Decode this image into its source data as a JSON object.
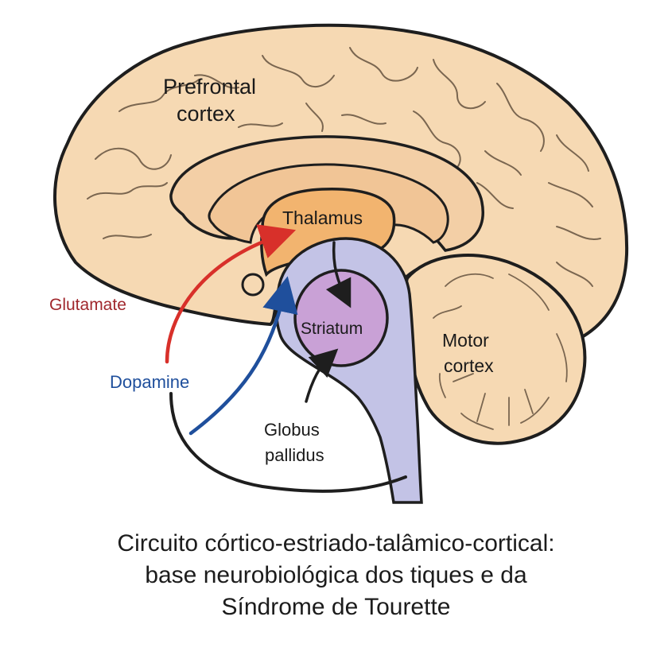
{
  "labels": {
    "prefrontal_line1": "Prefrontal",
    "prefrontal_line2": "cortex",
    "thalamus": "Thalamus",
    "striatum": "Striatum",
    "motor_line1": "Motor",
    "motor_line2": "cortex",
    "globus_line1": "Globus",
    "globus_line2": "pallidus",
    "glutamate": "Glutamate",
    "dopamine": "Dopamine"
  },
  "caption": {
    "line1": "Circuito córtico-estriado-talâmico-cortical:",
    "line2": "base neurobiológica dos tiques e da",
    "line3": "Síndrome de Tourette"
  },
  "colors": {
    "cortex": "#f6d9b3",
    "thalamus": "#f2b46f",
    "limbic": "#f1c596",
    "brainstem": "#c3c3e6",
    "striatum": "#c9a1d6",
    "outline": "#1e1e1e",
    "glutamate": "#d8302a",
    "glutamate_label": "#a0272c",
    "dopamine": "#1f4f9c",
    "dopamine_label": "#1f4f9c"
  }
}
